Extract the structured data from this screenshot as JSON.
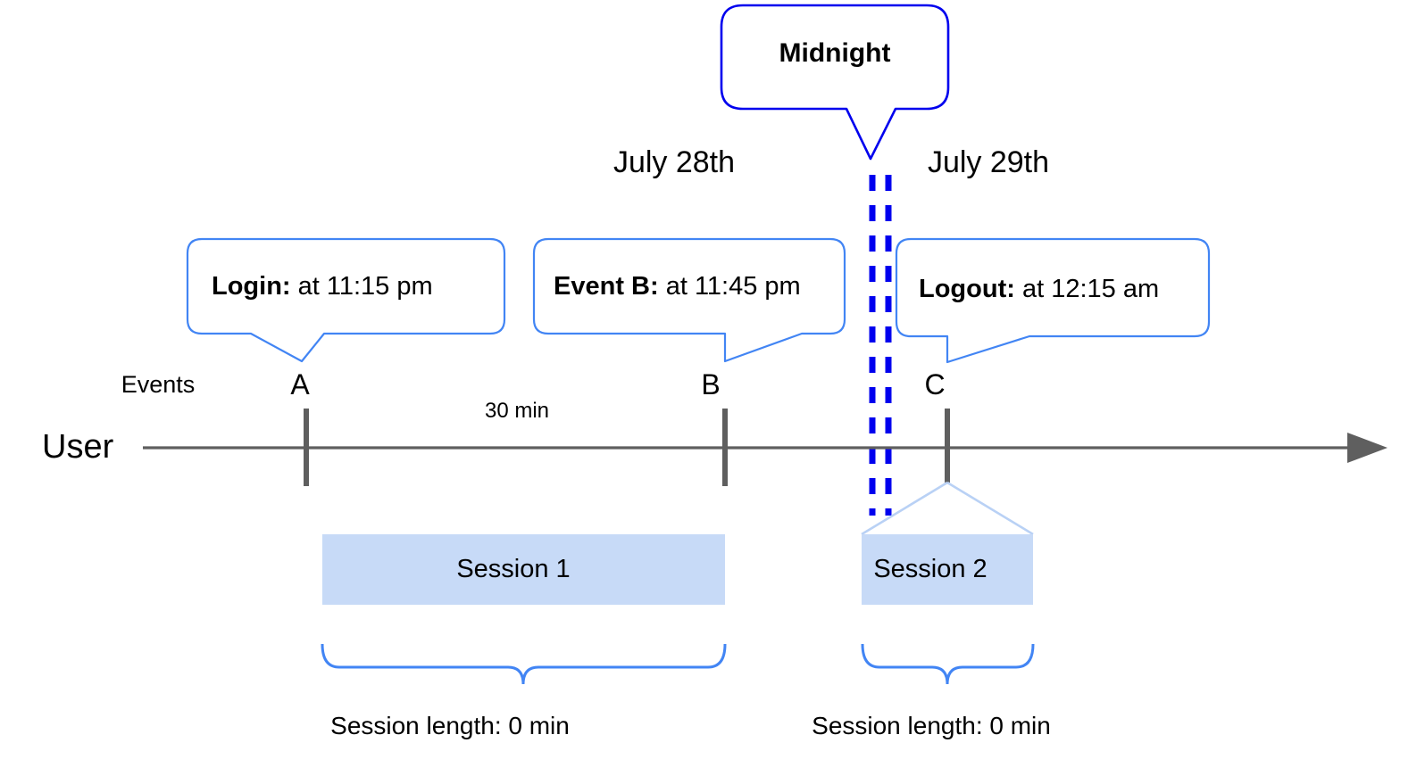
{
  "diagram": {
    "title_callout": {
      "label": "Midnight",
      "border_color": "#0000EE"
    },
    "dates": [
      {
        "label": "July 28th"
      },
      {
        "label": "July 29th"
      }
    ],
    "axis": {
      "row_label": "User",
      "events_label": "Events",
      "line_color": "#5F5F5F",
      "duration_label": "30 min"
    },
    "events": [
      {
        "marker": "A",
        "callout_bold": "Login:",
        "callout_rest": " at 11:15 pm"
      },
      {
        "marker": "B",
        "callout_bold": "Event B:",
        "callout_rest": " at 11:45 pm"
      },
      {
        "marker": "C",
        "callout_bold": "Logout:",
        "callout_rest": " at 12:15 am"
      }
    ],
    "sessions": [
      {
        "bar_label": "Session 1",
        "length_label": "Session length: 0 min"
      },
      {
        "bar_label": "Session 2",
        "length_label": "Session length: 0 min"
      }
    ],
    "colors": {
      "callout_border": "#4285F4",
      "midnight_border": "#0000EE",
      "midnight_dash": "#0000EE",
      "session_fill": "#C7DAF7",
      "brace": "#4285F4",
      "axis": "#5F5F5F",
      "connector": "#B9D1F5"
    }
  }
}
